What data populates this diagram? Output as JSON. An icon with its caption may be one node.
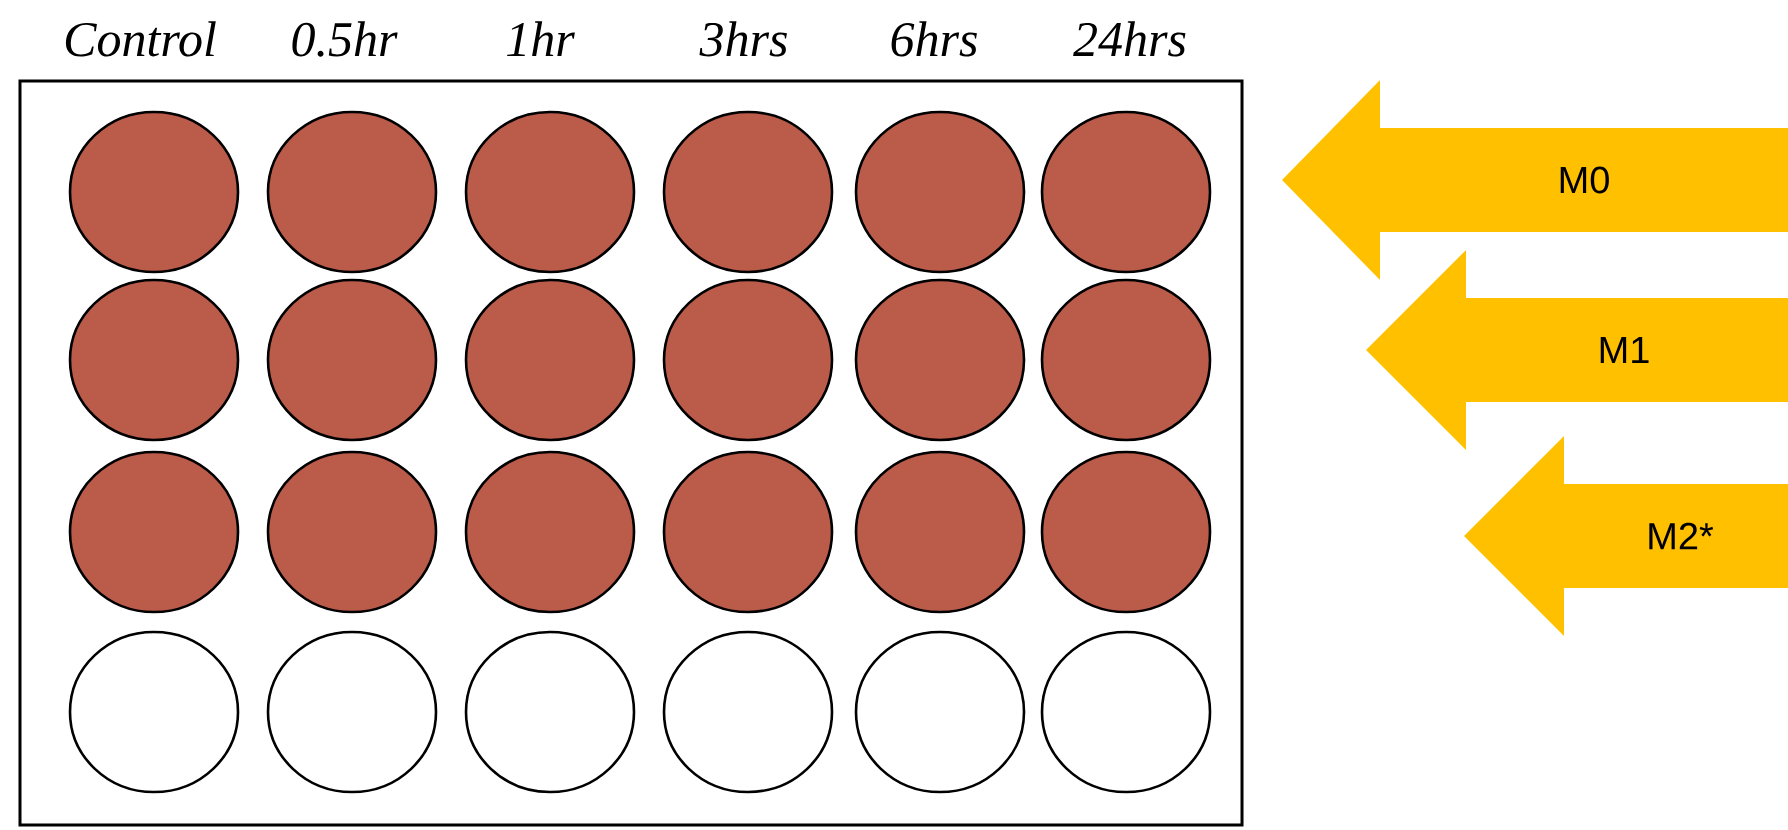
{
  "diagram": {
    "nodes": [
      {
        "text": [],
        "shape": "box"
      },
      {
        "text": [],
        "shape": "circle",
        "in": 0
      },
      {
        "text": [],
        "shape": "circle",
        "in": 0
      },
      {
        "text": [],
        "shape": "circle",
        "in": 0
      },
      {
        "text": [],
        "shape": "circle",
        "in": 0
      },
      {
        "text": [],
        "shape": "circle",
        "in": 0
      },
      {
        "text": [],
        "shape": "circle",
        "in": 0
      },
      {
        "text": [],
        "shape": "circle",
        "in": 0
      },
      {
        "text": [],
        "shape": "circle",
        "in": 0
      },
      {
        "text": [],
        "shape": "circle",
        "in": 0
      },
      {
        "text": [],
        "shape": "circle",
        "in": 0
      },
      {
        "text": [],
        "shape": "circle",
        "in": 0
      },
      {
        "text": [],
        "shape": "circle",
        "in": 0
      },
      {
        "text": [],
        "shape": "circle",
        "in": 0
      },
      {
        "text": [],
        "shape": "circle",
        "in": 0
      },
      {
        "text": [],
        "shape": "circle",
        "in": 0
      },
      {
        "text": [],
        "shape": "circle",
        "in": 0
      },
      {
        "text": [],
        "shape": "circle",
        "in": 0
      },
      {
        "text": [],
        "shape": "circle",
        "in": 0
      },
      {
        "text": [],
        "shape": "circle",
        "in": 0
      },
      {
        "text": [],
        "shape": "circle",
        "in": 0
      },
      {
        "text": [],
        "shape": "circle",
        "in": 0
      },
      {
        "text": [],
        "shape": "circle",
        "in": 0
      },
      {
        "text": [],
        "shape": "circle",
        "in": 0
      },
      {
        "text": [],
        "shape": "circle",
        "in": 0
      },
      {
        "text": [
          "M0"
        ]
      },
      {
        "text": [
          "M1"
        ]
      },
      {
        "text": [
          "M2*"
        ]
      }
    ],
    "labels": [
      "Control",
      "0.5hr",
      "1hr",
      "3hrs",
      "6hrs",
      "24hrs"
    ]
  }
}
